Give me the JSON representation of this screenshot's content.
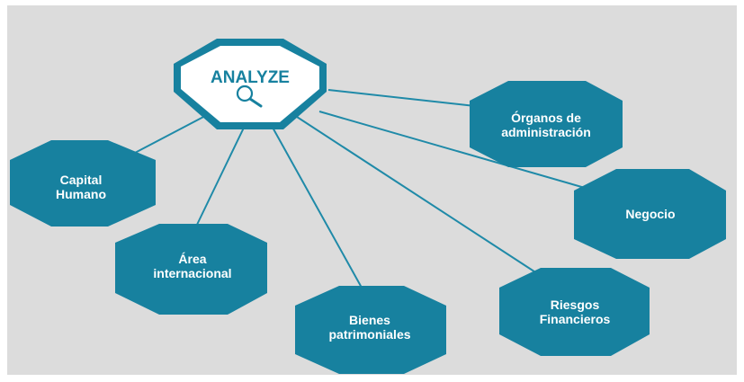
{
  "colors": {
    "background": "#dcdcdc",
    "page": "#ffffff",
    "hex_fill": "#17819f",
    "hex_text": "#ffffff",
    "connector": "#1f8aa8",
    "center_border": "#17819f",
    "center_fill": "#ffffff",
    "center_text": "#17819f"
  },
  "center": {
    "label": "ANALYZE",
    "icon": "magnifier-icon"
  },
  "nodes": [
    {
      "id": "capital-humano",
      "lines": [
        "Capital",
        "Humano"
      ]
    },
    {
      "id": "area-internacional",
      "lines": [
        "Área",
        "internacional"
      ]
    },
    {
      "id": "bienes-patrimoniales",
      "lines": [
        "Bienes",
        "patrimoniales"
      ]
    },
    {
      "id": "riesgos-financieros",
      "lines": [
        "Riesgos",
        "Financieros"
      ]
    },
    {
      "id": "negocio",
      "lines": [
        "Negocio"
      ]
    },
    {
      "id": "organos-administracion",
      "lines": [
        "Órganos de",
        "administración"
      ]
    }
  ]
}
